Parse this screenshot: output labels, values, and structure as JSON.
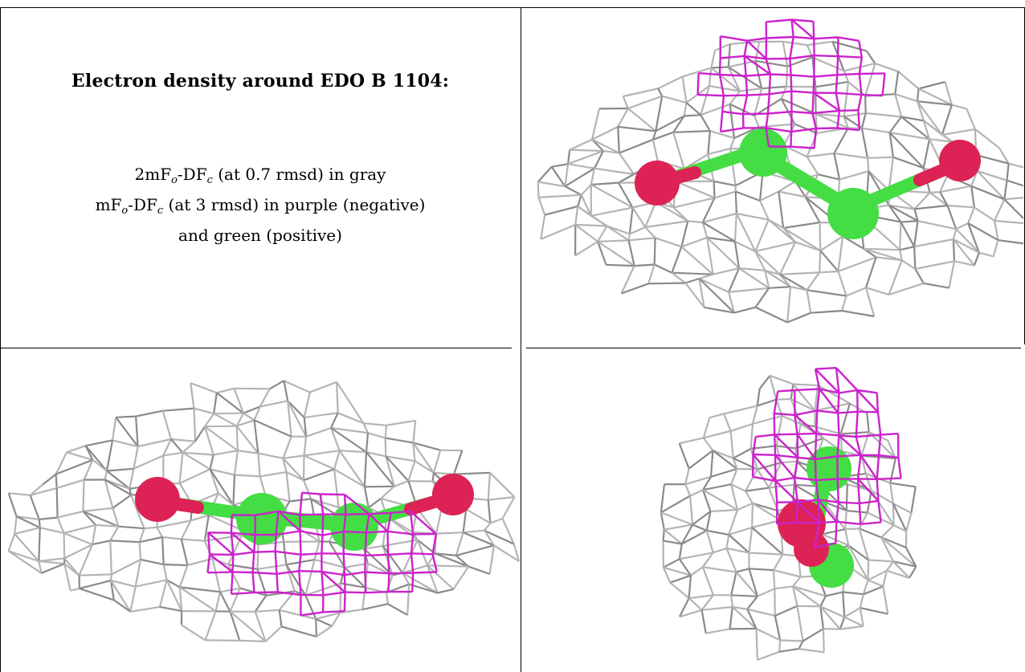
{
  "caption": {
    "title": "Electron density around EDO B 1104:",
    "line1": {
      "pre": "2mF",
      "s1": "o",
      "mid": "-DF",
      "s2": "c",
      "post": " (at 0.7 rmsd) in gray"
    },
    "line2": {
      "pre": "mF",
      "s1": "o",
      "mid": "-DF",
      "s2": "c",
      "post": " (at 3 rmsd) in purple (negative)"
    },
    "line3": "and green (positive)"
  },
  "colors": {
    "mesh_gray": "#b4b4b4",
    "mesh_dark": "#8a8a8a",
    "mesh_purple": "#cc22cc",
    "carbon_green": "#44dd44",
    "oxygen_red": "#dd2255"
  },
  "panels": [
    {
      "name": "view-top-right"
    },
    {
      "name": "view-bottom-left"
    },
    {
      "name": "view-bottom-right"
    }
  ]
}
